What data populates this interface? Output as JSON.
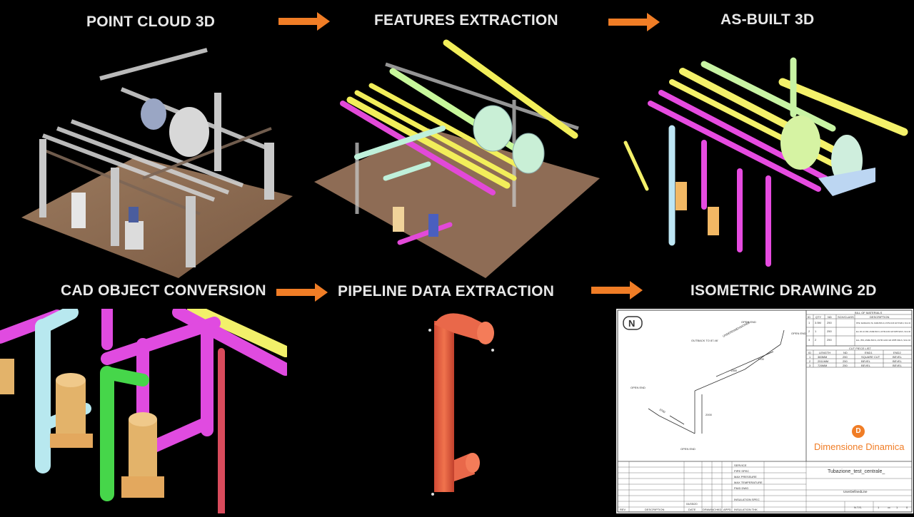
{
  "steps": {
    "point_cloud": "POINT CLOUD 3D",
    "features": "FEATURES EXTRACTION",
    "asbuilt": "AS-BUILT 3D",
    "cad": "CAD OBJECT CONVERSION",
    "pipeline": "PIPELINE DATA EXTRACTION",
    "isometric": "ISOMETRIC DRAWING 2D"
  },
  "drawing": {
    "north": "N",
    "bom_title": "BILL OF MATERIALS",
    "bom_headers": [
      "ID",
      "QTY",
      "ND",
      "SCH/CLASS",
      "DESCRIPTION"
    ],
    "bom_rows": [
      [
        "1",
        "3.5M",
        "250",
        "",
        "PIPE, SEAMLESS, PE, ASME B36.10, ASTM A106 GR B SMLS, SCH 40"
      ],
      [
        "2",
        "1",
        "250",
        "",
        "ELL 90 LR, BW, ASME B16.9, ASTM A234 GR WPB SMLS, SCH 40"
      ],
      [
        "3",
        "2",
        "250",
        "",
        "ELL, BW, ASME B16.9, ASTM A234 GR WPB SMLS, SCH 40"
      ]
    ],
    "cut_title": "CUT PIECE LIST",
    "cut_headers": [
      "ID",
      "LENGTH",
      "ND",
      "END1",
      "END2"
    ],
    "cut_rows": [
      [
        "1",
        "383MM",
        "250",
        "SQUARE CUT",
        "BEVEL"
      ],
      [
        "2",
        "2511MM",
        "250",
        "BEVEL",
        "BEVEL"
      ],
      [
        "3",
        "726MM",
        "250",
        "BEVEL",
        "BEVEL"
      ]
    ],
    "field_labels": [
      "SERVICE",
      "PIPE SPEC",
      "MAX PRESSURE",
      "MAX TEMPERATURE",
      "P&ID DWG",
      "INSULATION SPEC",
      "INSULATION THK"
    ],
    "bottom_headers": [
      "REV",
      "DESCRIPTION",
      "DATE",
      "DRAWN",
      "CHKD",
      "APPD"
    ],
    "date": "04/05/20",
    "project_title": "Tubazione_test_centrale_",
    "line_name": "UserDefinedLine",
    "scale": "N.T.S.",
    "sheet_num": "1",
    "sheet_sep": "OF",
    "sheet_total": "1",
    "rev": "0",
    "brand": "Dimensione Dinamica",
    "brand_logo": "D",
    "annotations": [
      "OPEN END",
      "OPEN END",
      "OPEN END",
      "OPEN END",
      "OUTBACK TO 87.46'",
      "UNDERDIMENSIONED",
      "1700",
      "1365",
      "3700",
      "2000"
    ]
  },
  "colors": {
    "accent": "#f07d26",
    "background": "#000000"
  }
}
